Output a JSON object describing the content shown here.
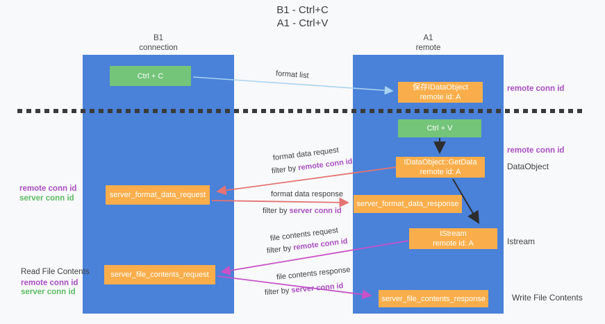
{
  "title": {
    "line1": "B1 - Ctrl+C",
    "line2": "A1 - Ctrl+V"
  },
  "lanes": {
    "left": {
      "title": "B1",
      "subtitle": "connection"
    },
    "right": {
      "title": "A1",
      "subtitle": "remote"
    }
  },
  "nodes": {
    "ctrl_c": {
      "label": "Ctrl + C"
    },
    "save_idataobject": {
      "line1": "保存IDataObject",
      "line2": "remote id: A"
    },
    "ctrl_v": {
      "label": "Ctrl + V"
    },
    "getdata": {
      "line1": "IDataObject::GetData",
      "line2": "remote id: A"
    },
    "format_request": {
      "label": "server_format_data_request"
    },
    "format_response": {
      "label": "server_format_data_response"
    },
    "istream": {
      "line1": "IStream",
      "line2": "remote id: A"
    },
    "file_request": {
      "label": "server_file_contents_request"
    },
    "file_response": {
      "label": "server_file_contents_response"
    }
  },
  "edge_labels": {
    "format_list": "format list",
    "format_data_request": "format data request",
    "format_data_response": "format data response",
    "file_contents_request": "file contents request",
    "file_contents_response": "file contents response",
    "filter_by": "filter by ",
    "remote_conn_id": "remote conn id",
    "server_conn_id": "server conn id"
  },
  "side_labels": {
    "remote_conn_id": "remote conn id",
    "server_conn_id": "server conn id",
    "dataobject": "DataObject",
    "istream": "Istream",
    "read_file_contents": "Read File Contents",
    "write_file_contents": "Write File Contents"
  },
  "colors": {
    "lane_blue": "#4a81d9",
    "box_orange": "#f9ae4b",
    "box_green": "#74c47a",
    "arrow_red": "#e57373",
    "arrow_magenta": "#c852c8",
    "arrow_lightblue": "#a9d3f0",
    "arrow_black": "#2d2d2d",
    "text_purple": "#a94fc0",
    "text_green": "#5dbb63",
    "dash_gray": "#3a3a3a"
  }
}
